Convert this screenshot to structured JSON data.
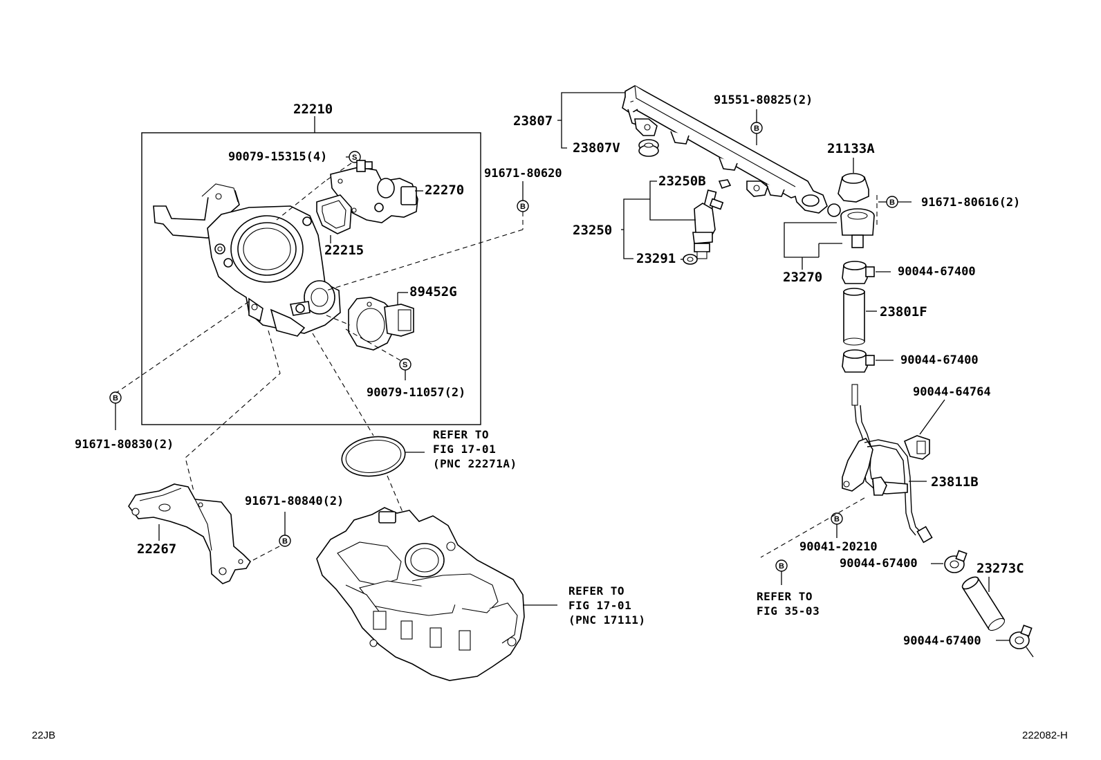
{
  "labels": {
    "p22210": "22210",
    "p90079_15315": "90079-15315(4)",
    "p22270": "22270",
    "p22215": "22215",
    "p91671_80620": "91671-80620",
    "p89452G": "89452G",
    "p90079_11057": "90079-11057(2)",
    "p91671_80830": "91671-80830(2)",
    "p91671_80840": "91671-80840(2)",
    "p22267": "22267",
    "p23807": "23807",
    "p23807V": "23807V",
    "p91551_80825": "91551-80825(2)",
    "p23250B": "23250B",
    "p23250": "23250",
    "p23291": "23291",
    "p21133A": "21133A",
    "p91671_80616": "91671-80616(2)",
    "p23270": "23270",
    "p90044_67400_a": "90044-67400",
    "p23801F": "23801F",
    "p90044_67400_b": "90044-67400",
    "p90044_64764": "90044-64764",
    "p23811B": "23811B",
    "p90041_20210": "90041-20210",
    "p90044_67400_c": "90044-67400",
    "p23273C": "23273C",
    "p90044_67400_d": "90044-67400"
  },
  "refs": {
    "gasket": [
      "REFER TO",
      "FIG 17-01",
      "(PNC 22271A)"
    ],
    "manifold": [
      "REFER TO",
      "FIG 17-01",
      "(PNC 17111)"
    ],
    "fig35": [
      "REFER TO",
      "FIG 35-03"
    ]
  },
  "symbols": {
    "screw": "S",
    "bolt": "B"
  },
  "corner": {
    "bottom_left": "22JB",
    "bottom_right": "222082-H"
  }
}
